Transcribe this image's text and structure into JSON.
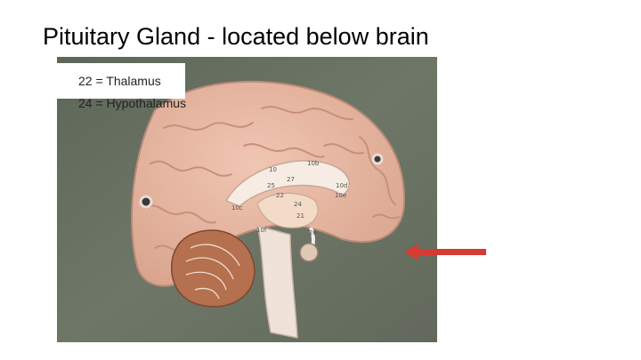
{
  "slide": {
    "title": "Pituitary Gland - located below brain"
  },
  "legend": {
    "line_1": "22 = Thalamus",
    "line_2": "24 = Hypothalamus"
  },
  "photo": {
    "subject": "brain-model-midsagittal-photo",
    "model_labels": [
      "10",
      "10b",
      "10c",
      "10d",
      "10e",
      "10f",
      "21",
      "22",
      "24",
      "25",
      "26",
      "27"
    ]
  },
  "colors": {
    "background": "#ffffff",
    "photo_backdrop": "#6d7565",
    "brain_tissue": "#e7b7a3",
    "cerebellum": "#b16a4a",
    "arrow": "#d63a31"
  },
  "icons": {
    "pointer": "left-arrow-icon"
  }
}
